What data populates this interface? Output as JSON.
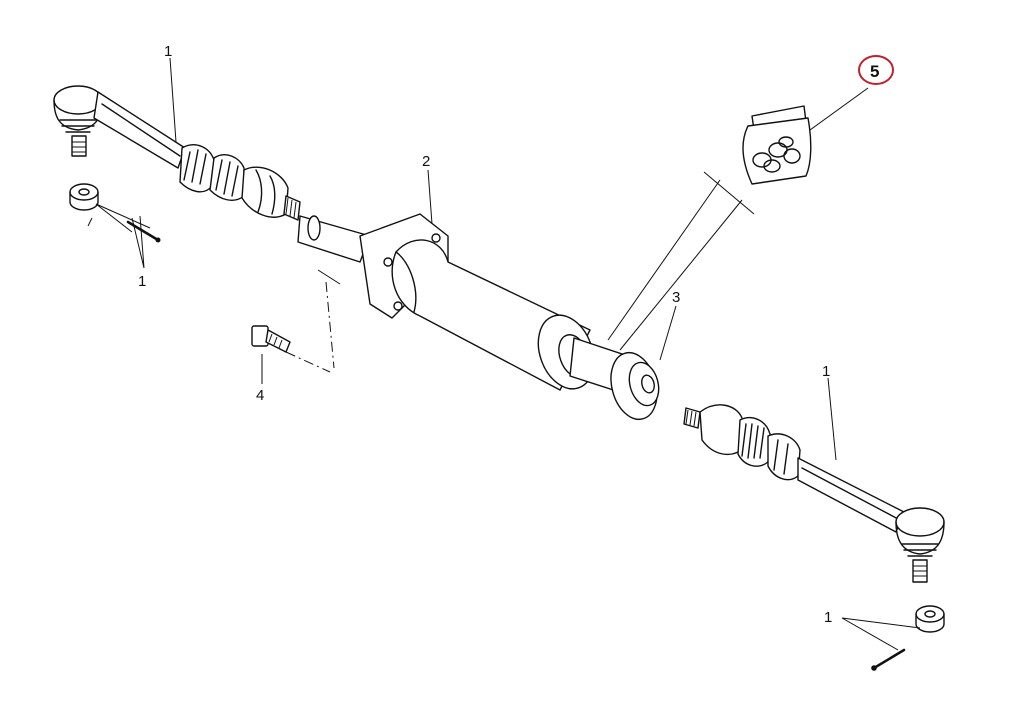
{
  "callouts": {
    "tie_rod_end_left": "1",
    "nut_pin_left": "1",
    "steering_rack_housing": "2",
    "boot_seal": "3",
    "bolt": "4",
    "repair_kit": "5",
    "tie_rod_end_right": "1",
    "nut_pin_right": "1"
  },
  "colors": {
    "ink": "#111111",
    "highlight_circle": "#c0202a"
  }
}
